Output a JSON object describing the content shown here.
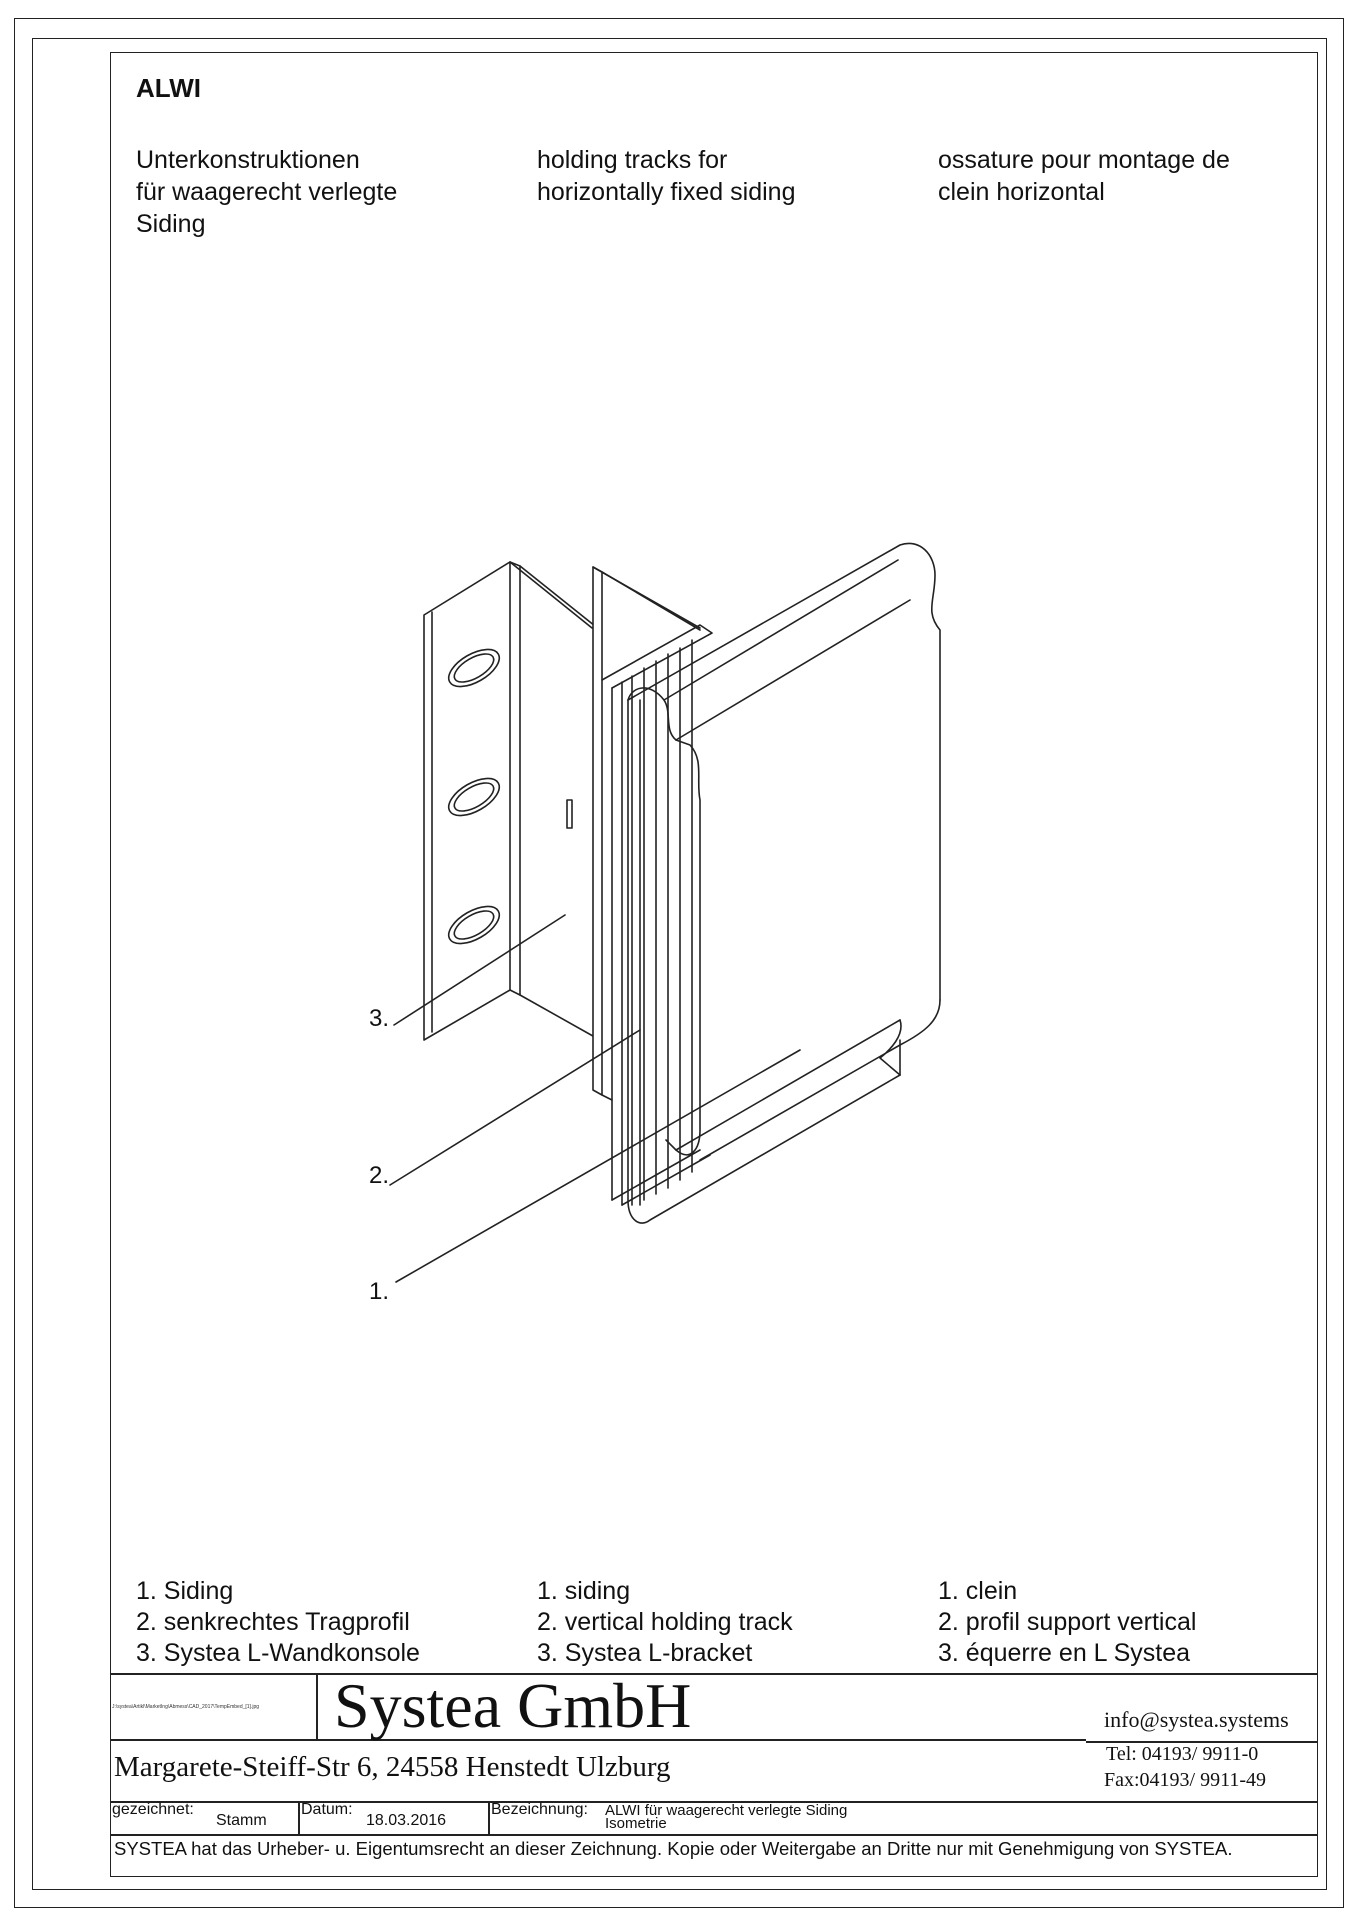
{
  "header": {
    "title": "ALWI",
    "de": "Unterkonstruktionen\nfür waagerecht verlegte\nSiding",
    "en": "holding tracks for\nhorizontally fixed siding",
    "fr": "ossature pour montage de\nclein horizontal"
  },
  "callouts": {
    "c1": "1.",
    "c2": "2.",
    "c3": "3."
  },
  "legend": {
    "de": [
      "1. Siding",
      "2. senkrechtes Tragprofil",
      "3. Systea L-Wandkonsole"
    ],
    "en": [
      "1. siding",
      "2. vertical holding track",
      "3. Systea L-bracket"
    ],
    "fr": [
      "1. clein",
      "2. profil support vertical",
      "3. équerre en L Systea"
    ]
  },
  "titleblock": {
    "path": "J:\\systea\\Artikl\\MarketIng\\Abmess\\CAD_2017\\TempEmbed_[1].jpg",
    "company": "Systea GmbH",
    "email": "info@systea.systems",
    "address": "Margarete-Steiff-Str 6, 24558 Henstedt Ulzburg",
    "tel": "Tel: 04193/ 9911-0",
    "fax": "Fax:04193/ 9911-49",
    "drawn_label": "gezeichnet:",
    "drawn_value": "Stamm",
    "date_label": "Datum:",
    "date_value": "18.03.2016",
    "designation_label": "Bezeichnung:",
    "designation_value": "ALWI für waagerecht verlegte Siding",
    "designation_sub": "Isometrie",
    "copyright": "SYSTEA hat das Urheber- u. Eigentumsrecht an dieser Zeichnung. Kopie oder Weitergabe an Dritte nur mit Genehmigung von SYSTEA."
  }
}
